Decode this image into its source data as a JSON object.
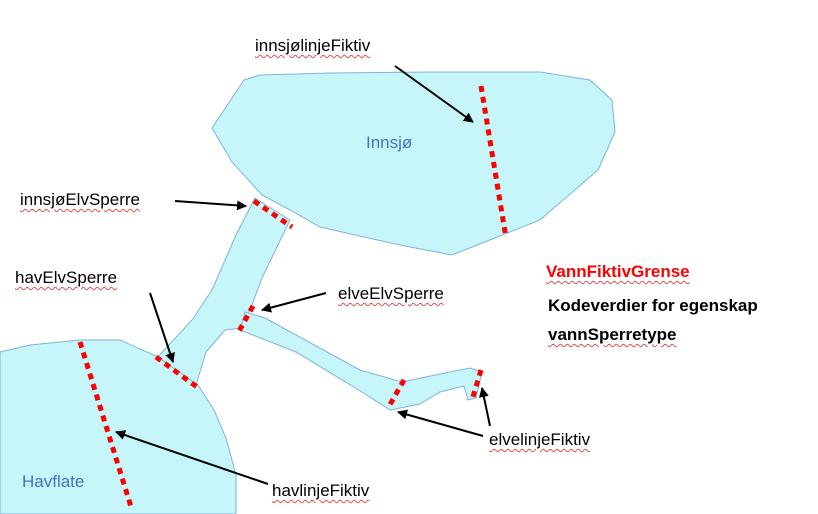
{
  "areas": {
    "lake": "Innsjø",
    "sea": "Havflate"
  },
  "labels": {
    "innsjolinjeFiktiv": "innsjølinjeFiktiv",
    "innsjoElvSperre": "innsjøElvSperre",
    "havElvSperre": "havElvSperre",
    "elveElvSperre": "elveElvSperre",
    "elvelinjeFiktiv": "elvelinjeFiktiv",
    "havlinjeFiktiv": "havlinjeFiktiv"
  },
  "legend": {
    "title": "VannFiktivGrense",
    "line1": "Kodeverdier for egenskap",
    "line2": "vannSperretype"
  },
  "colors": {
    "water_fill": "#c6f6f9",
    "water_stroke": "#7fb3d8",
    "barrier": "#ff0000",
    "area_label": "#4472c4"
  }
}
